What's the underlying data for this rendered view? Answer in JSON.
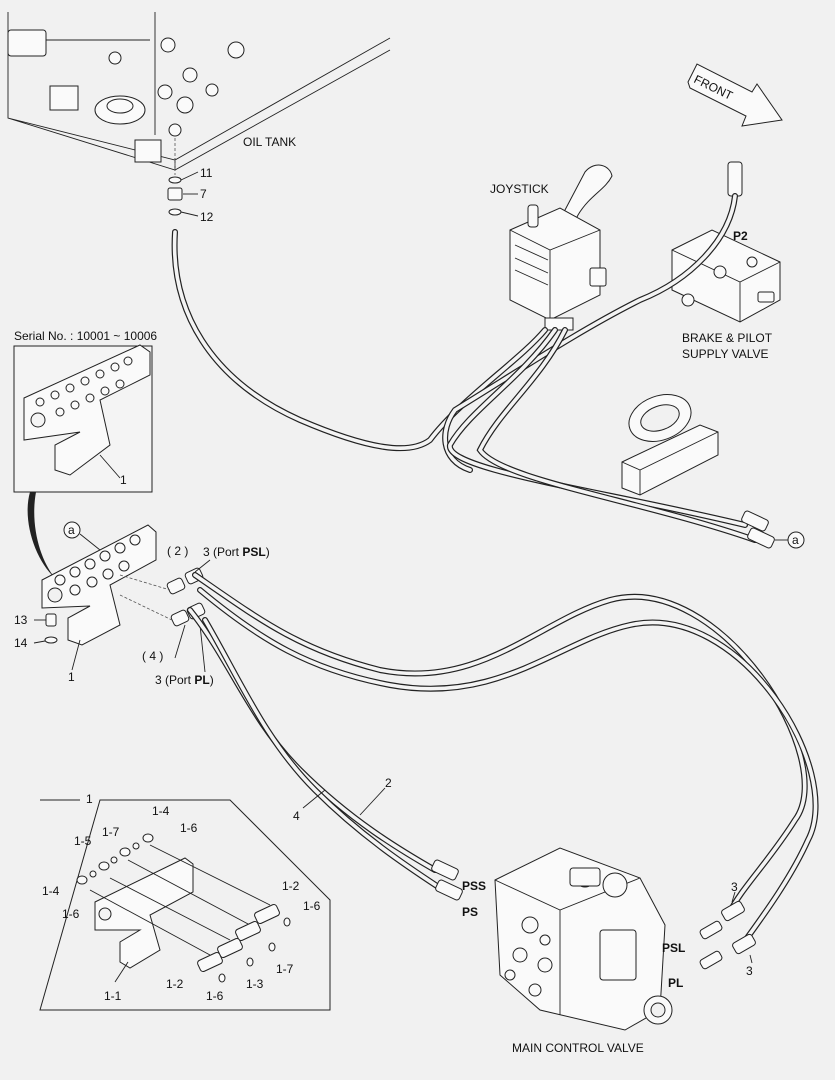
{
  "labels": {
    "oil_tank": "OIL TANK",
    "joystick": "JOYSTICK",
    "front": "FRONT",
    "brake_valve_line1": "BRAKE & PILOT",
    "brake_valve_line2": "SUPPLY VALVE",
    "main_control_valve": "MAIN CONTROL VALVE",
    "serial_no": "Serial No. : 10001 ~ 10006",
    "p2": "P2",
    "circle_a": "a",
    "port_psl_prefix": "3 (Port ",
    "port_psl_bold": "PSL",
    "port_pl_prefix": "3 (Port ",
    "port_pl_bold": "PL",
    "close_paren": ")",
    "pss": "PSS",
    "ps": "PS",
    "psl": "PSL",
    "pl": "PL"
  },
  "callouts": {
    "c11": "11",
    "c7": "7",
    "c12": "12",
    "c1_inset": "1",
    "c2_paren": "( 2 )",
    "c4_paren": "( 4 )",
    "c13": "13",
    "c14": "14",
    "c1_main": "1",
    "c2": "2",
    "c4": "4",
    "c3_top": "3",
    "c3_bottom": "3",
    "d1": "1",
    "d1_4a": "1-4",
    "d1_6a": "1-6",
    "d1_7a": "1-7",
    "d1_5": "1-5",
    "d1_4b": "1-4",
    "d1_6b": "1-6",
    "d1_2a": "1-2",
    "d1_6c": "1-6",
    "d1_7b": "1-7",
    "d1_3": "1-3",
    "d1_2b": "1-2",
    "d1_6d": "1-6",
    "d1_1": "1-1"
  }
}
